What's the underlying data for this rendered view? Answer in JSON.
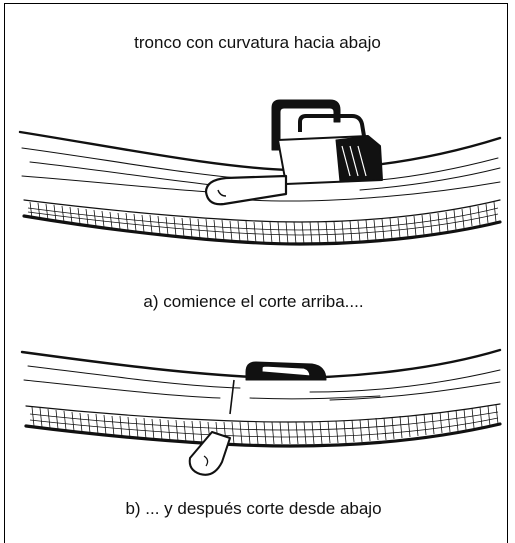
{
  "title": "tronco con curvatura hacia abajo",
  "step_a": "a) comience el corte arriba....",
  "step_b": "b) ... y después corte desde abajo",
  "colors": {
    "ink": "#111111",
    "paper": "#ffffff"
  }
}
